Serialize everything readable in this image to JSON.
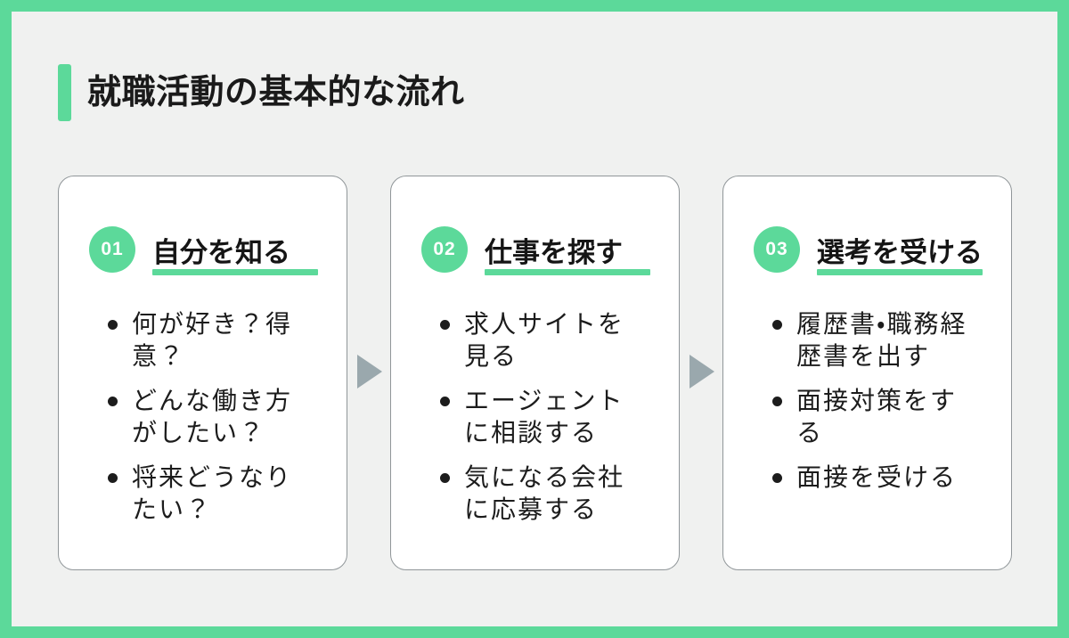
{
  "page": {
    "title": "就職活動の基本的な流れ"
  },
  "steps": [
    {
      "number": "01",
      "title": "自分を知る",
      "bullets": [
        "何が好き？得意？",
        "どんな働き方がしたい？",
        "将来どうなりたい？"
      ]
    },
    {
      "number": "02",
      "title": "仕事を探す",
      "bullets": [
        "求人サイトを見る",
        "エージェントに相談する",
        "気になる会社に応募する"
      ]
    },
    {
      "number": "03",
      "title": "選考を受ける",
      "bullets": [
        "履歴書・職務経歴書を出す",
        "面接対策をする",
        "面接を受ける"
      ]
    }
  ],
  "colors": {
    "accent_green": "#5CD99A",
    "arrow_gray": "#9AA8AD",
    "background": "#F0F1F0",
    "card_border": "#909699",
    "text": "#1A1A1A"
  }
}
